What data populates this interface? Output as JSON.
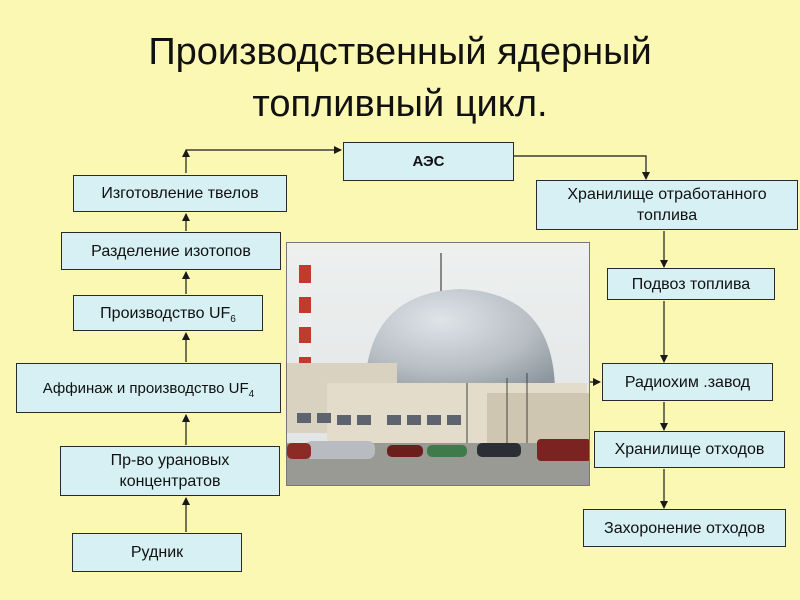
{
  "title": {
    "line1": "Производственный ядерный",
    "line2": "топливный цикл."
  },
  "left_chain": {
    "tvel": "Изготовление твелов",
    "isotope": "Разделение изотопов",
    "uf6_text": "Производство UF",
    "uf6_sub": "6",
    "uf4_text": "Аффинаж и производство UF",
    "uf4_sub": "4",
    "concentrates": "Пр-во урановых концентратов",
    "mine": "Рудник"
  },
  "center": {
    "npp": "АЭС"
  },
  "right_chain": {
    "spent_storage": "Хранилище отработанного топлива",
    "fuel_delivery": "Подвоз топлива",
    "radiochem": "Радиохим .завод",
    "waste_storage": "Хранилище отходов",
    "waste_burial": "Захоронение отходов"
  },
  "colors": {
    "background": "#fbf8b3",
    "box_fill": "#d6f0f4",
    "arrow": "#1a1a1a"
  }
}
